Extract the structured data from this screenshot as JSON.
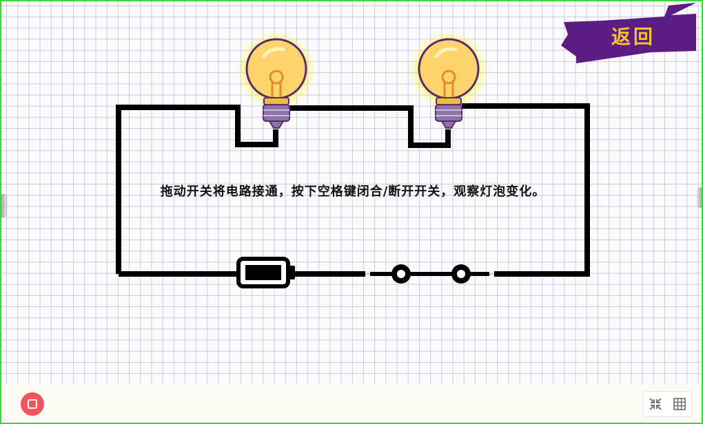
{
  "instruction": "拖动开关将电路接通，按下空格键闭合/断开开关，观察灯泡变化。",
  "back_button": {
    "label": "返回"
  },
  "colors": {
    "accent_purple": "#5b1d84",
    "label_yellow": "#f6c125",
    "bulb_glow": "#fff200",
    "wire": "#000000",
    "stop_red": "#f0555d",
    "frame_green": "#3bd63b"
  },
  "bulbs": [
    {
      "name": "bulb-left",
      "state": "on"
    },
    {
      "name": "bulb-right",
      "state": "on"
    }
  ],
  "switch": {
    "state": "closed"
  },
  "icons": {
    "stop": "stop-icon",
    "minimize": "minimize-icon",
    "grid": "grid-icon"
  }
}
